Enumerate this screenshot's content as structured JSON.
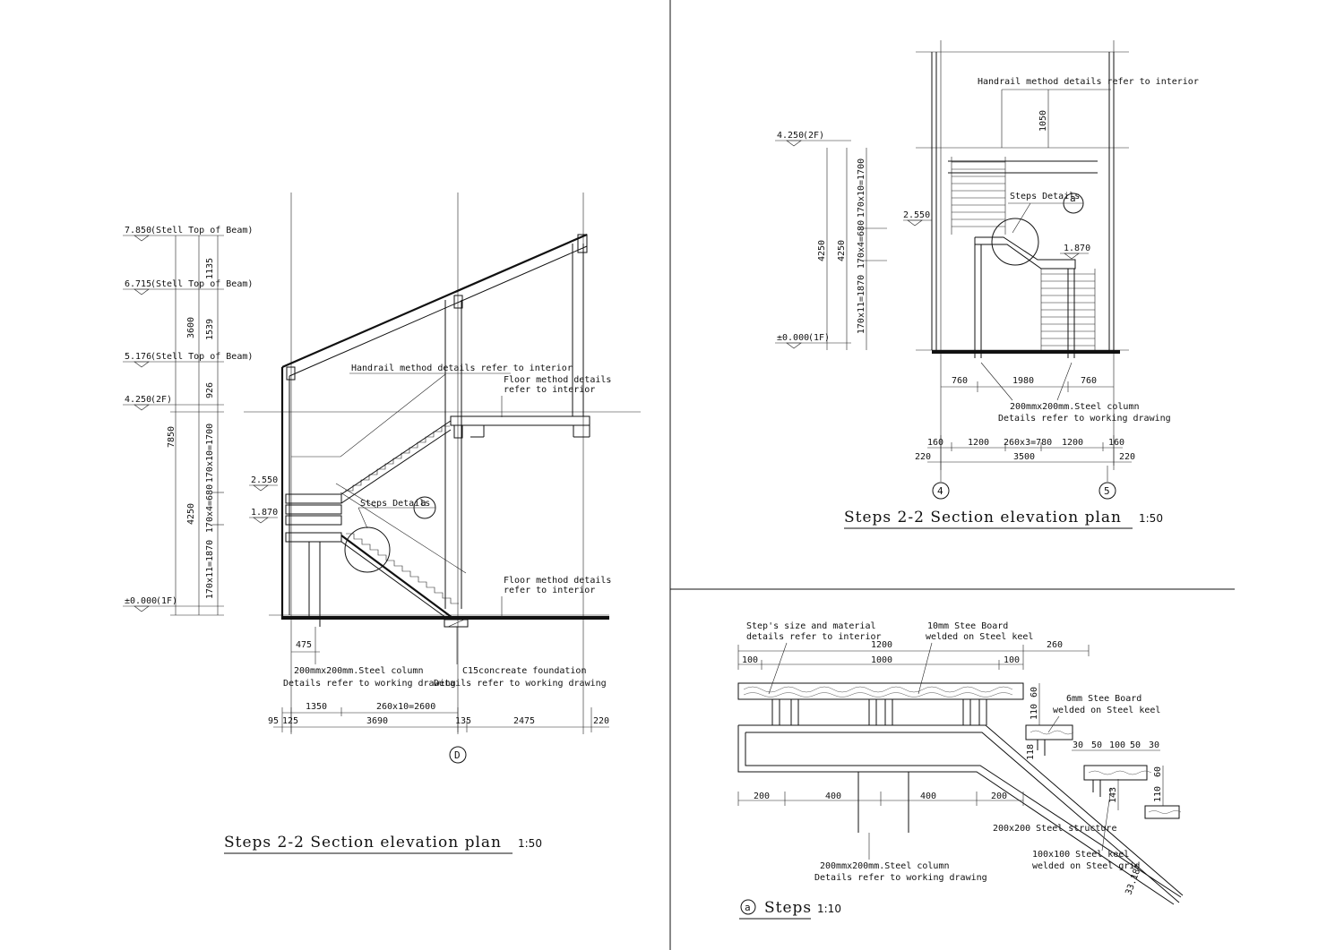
{
  "left_section": {
    "levels": [
      {
        "value": "7.850",
        "note": "(Stell Top of Beam)"
      },
      {
        "value": "6.715",
        "note": "(Stell Top of Beam)"
      },
      {
        "value": "5.176",
        "note": "(Stell Top of Beam)"
      },
      {
        "value": "4.250",
        "note": "(2F)"
      },
      {
        "value": "2.550",
        "note": ""
      },
      {
        "value": "1.870",
        "note": ""
      },
      {
        "value": "±0.000",
        "note": "(1F)"
      }
    ],
    "vertical_dims": [
      "7850",
      "3600",
      "4250",
      "1135",
      "1539",
      "926",
      "170x10=1700",
      "170x4=680",
      "170x11=1870"
    ],
    "annotations": {
      "handrail": "Handrail method details refer to interior",
      "floor_top_1": "Floor method details",
      "floor_top_2": "refer to interior",
      "floor_bot_1": "Floor method details",
      "floor_bot_2": "refer to interior",
      "steps_details": "Steps Details",
      "detail_tag": "a",
      "column_1": "200mmx200mm.Steel column",
      "column_2": "Details refer to working drawing",
      "foundation_1": "C15concreate foundation",
      "foundation_2": "Details refer to working drawing"
    },
    "horizontal_dims": [
      "475",
      "1350",
      "260x10=2600",
      "95",
      "125",
      "3690",
      "135",
      "2475",
      "220"
    ],
    "axis": "D",
    "title": "Steps 2-2 Section elevation plan",
    "scale": "1:50"
  },
  "right_section": {
    "levels": [
      {
        "value": "4.250",
        "note": "(2F)"
      },
      {
        "value": "2.550",
        "note": ""
      },
      {
        "value": "1.870",
        "note": ""
      },
      {
        "value": "±0.000",
        "note": "(1F)"
      }
    ],
    "vertical_dims": [
      "4250",
      "4250",
      "170x10=1700",
      "170x4=680",
      "170x11=1870",
      "1050"
    ],
    "annotations": {
      "handrail": "Handrail method details refer to interior",
      "steps_details": "Steps Details",
      "detail_tag": "a",
      "column_1": "200mmx200mm.Steel column",
      "column_2": "Details refer to working drawing"
    },
    "horizontal_dims": [
      "760",
      "1980",
      "760",
      "160",
      "1200",
      "260x3=780",
      "1200",
      "160",
      "220",
      "3500",
      "220"
    ],
    "axes": [
      "4",
      "5"
    ],
    "title": "Steps 2-2 Section elevation plan",
    "scale": "1:50"
  },
  "steps_detail": {
    "annotations": {
      "size_note_1": "Step's size and material",
      "size_note_2": "details refer to interior",
      "board_note_1": "10mm Stee Board",
      "board_note_2": "welded on Steel keel",
      "board6_1": "6mm Stee Board",
      "board6_2": "welded on Steel keel",
      "structure": "200x200 Steel structure",
      "keel_1": "100x100 Steel keel",
      "keel_2": "welded on Steel grid",
      "column_1": "200mmx200mm.Steel column",
      "column_2": "Details refer to working drawing"
    },
    "dims": [
      "1200",
      "260",
      "100",
      "1000",
      "100",
      "60",
      "110",
      "30",
      "50",
      "100",
      "50",
      "30",
      "118",
      "143",
      "110",
      "60",
      "200",
      "400",
      "400",
      "200",
      "33.18°"
    ],
    "tag": "a",
    "title": "Steps",
    "scale": "1:10"
  }
}
